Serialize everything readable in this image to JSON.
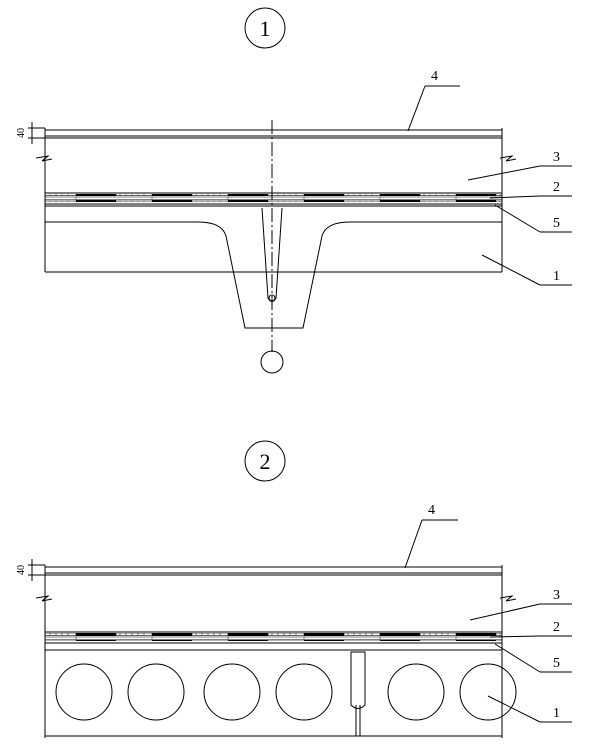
{
  "detail_1": {
    "marker": "1",
    "dimension": "40",
    "callouts": {
      "c4": "4",
      "c3": "3",
      "c2": "2",
      "c5": "5",
      "c1": "1"
    }
  },
  "detail_2": {
    "marker": "2",
    "dimension": "40",
    "callouts": {
      "c4": "4",
      "c3": "3",
      "c2": "2",
      "c5": "5",
      "c1": "1"
    }
  }
}
